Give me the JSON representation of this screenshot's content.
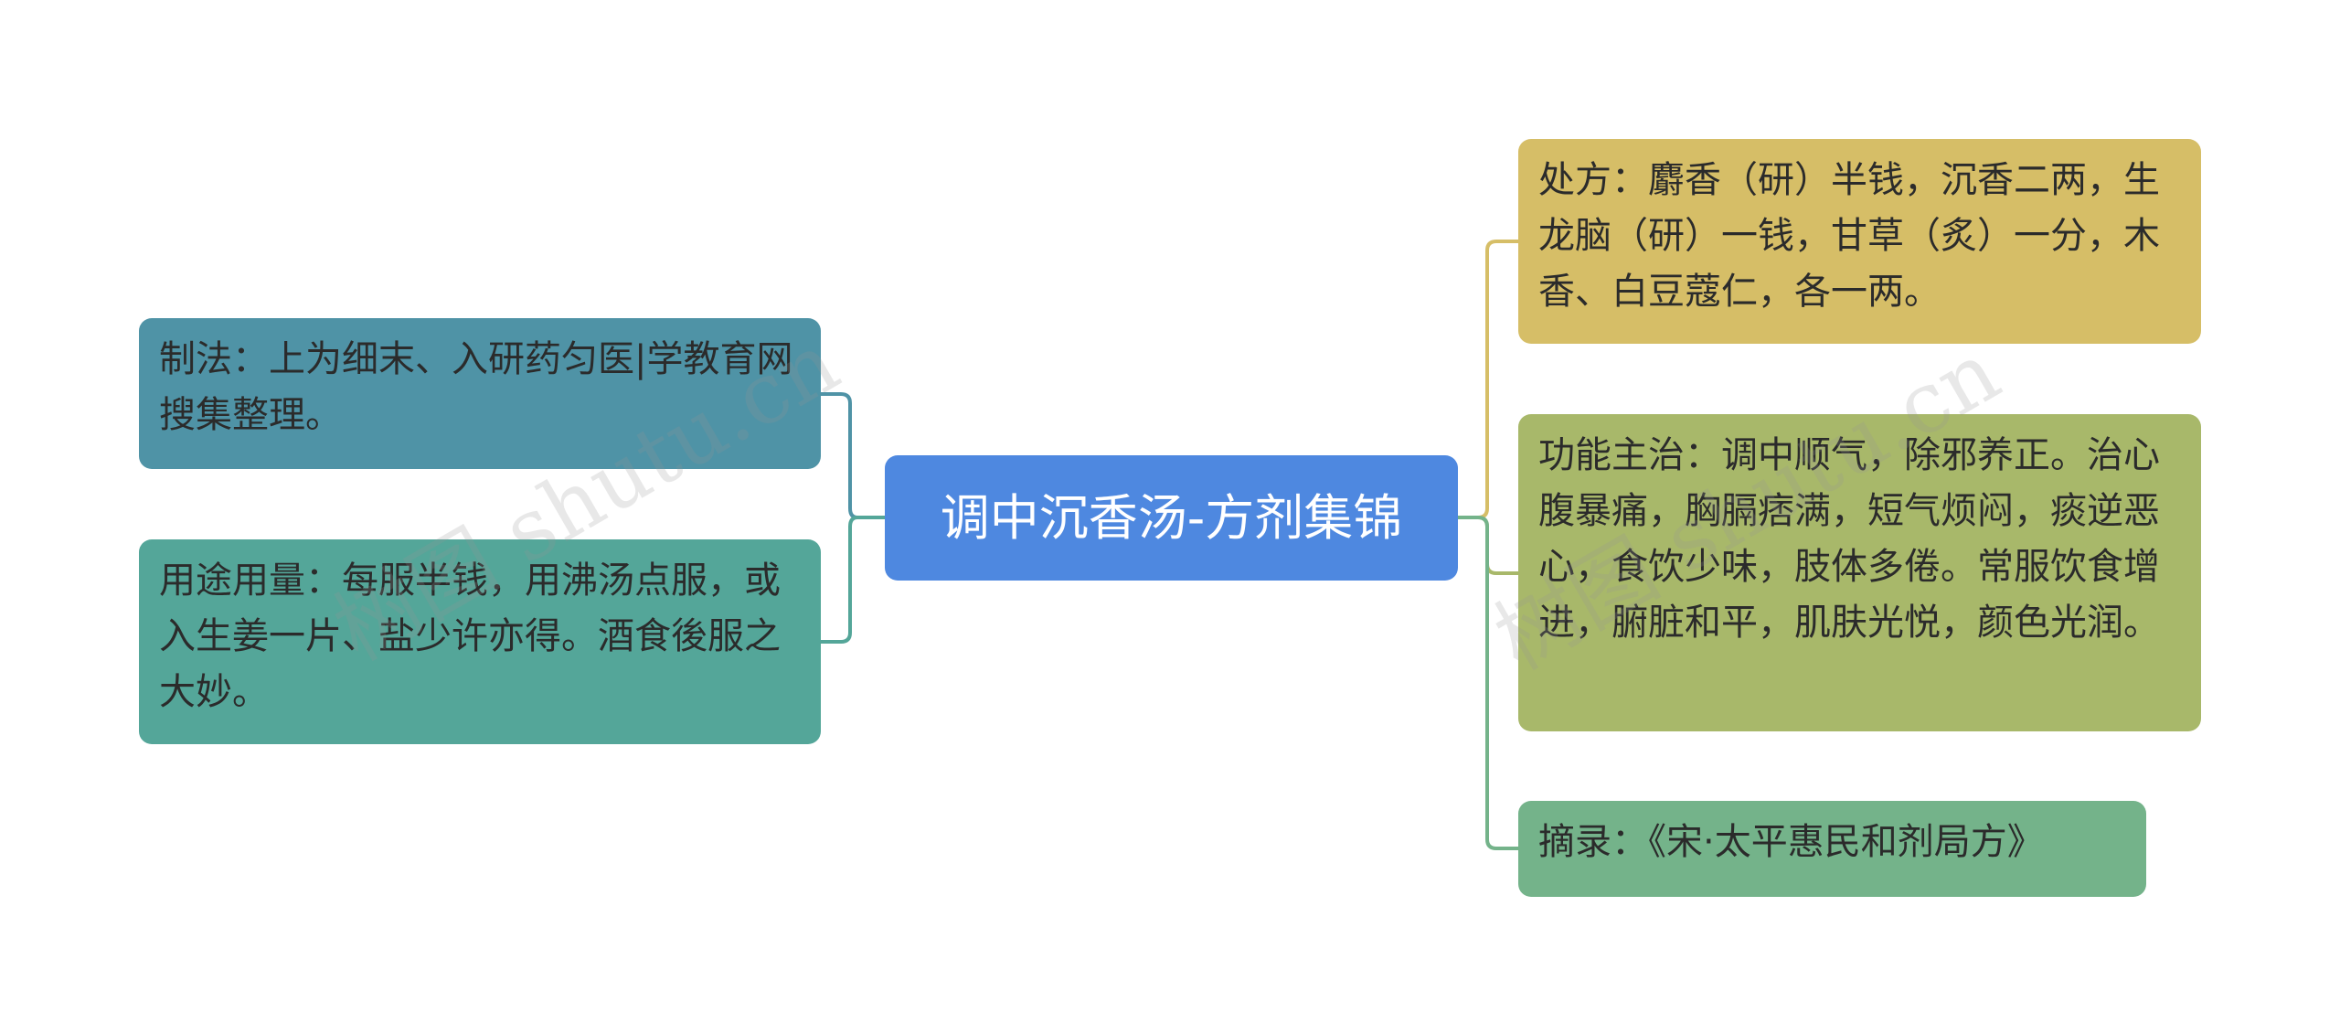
{
  "root": {
    "label": "调中沉香汤-方剂集锦",
    "color": "#4e88e0"
  },
  "left": [
    {
      "text": "制法：上为细末、入研药匀医|学教育网搜集整理。",
      "color": "#4f93a6",
      "line_color": "#4f93a6"
    },
    {
      "text": "用途用量：每服半钱，用沸汤点服，或入生姜一片、盐少许亦得。酒食後服之大妙。",
      "color": "#54a699",
      "line_color": "#54a699"
    }
  ],
  "right": [
    {
      "text": "处方：麝香（研）半钱，沉香二两，生龙脑（研）一钱，甘草（炙）一分，木香、白豆蔻仁，各一两。",
      "color": "#d6be67",
      "line_color": "#d6be67"
    },
    {
      "text": "功能主治：调中顺气，除邪养正。治心腹暴痛，胸膈痞满，短气烦闷，痰逆恶心，食饮少味，肢体多倦。常服饮食增进，腑脏和平，肌肤光悦，颜色光润。",
      "color": "#a8b86a",
      "line_color": "#a8b86a"
    },
    {
      "text": "摘录：《宋·太平惠民和剂局方》",
      "color": "#74b38a",
      "line_color": "#74b38a"
    }
  ],
  "watermark": {
    "text_1": "树图 shutu.cn",
    "text_2": "树图 shutu.cn"
  }
}
